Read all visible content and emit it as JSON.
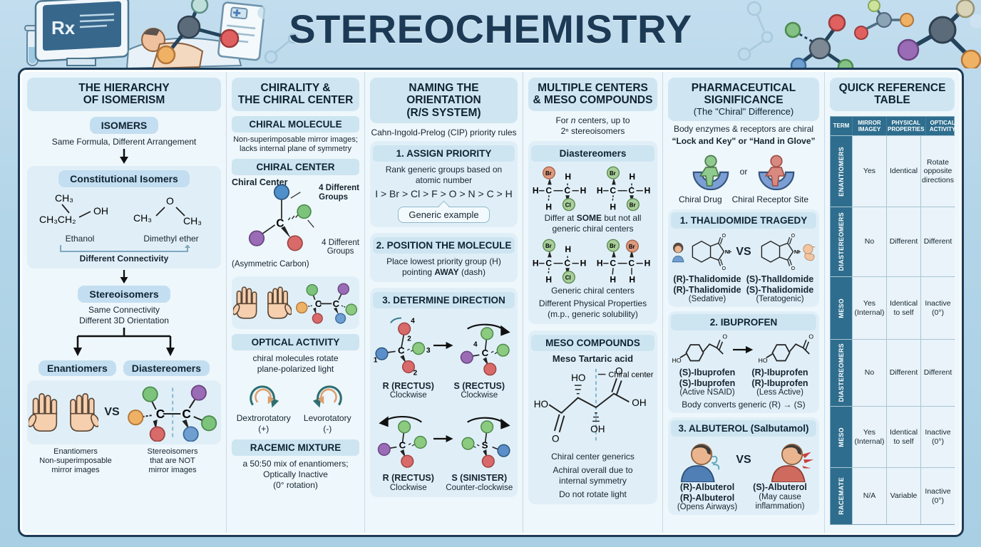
{
  "title": "STEREOCHEMISTRY",
  "header": {
    "rx": "Rx"
  },
  "colors": {
    "page_bg": "#b3d5e8",
    "panel_bg": "#eef7fb",
    "panel_border": "#1d3b55",
    "section_bg": "#cfe6f2",
    "box_bg": "#e0eff7",
    "table_dark": "#2e6d8d",
    "atom_blue": "#4f8fca",
    "atom_purple": "#9a6cb5",
    "atom_green": "#7cc47c",
    "atom_red": "#d96a6a",
    "atom_orange": "#eda75b",
    "teal_arrow": "#2e6e72",
    "orange_arrow": "#dd9e6b",
    "skin": "#f6cfae"
  },
  "hierarchy": {
    "title": "THE HIERARCHY\nOF ISOMERISM",
    "isomers": "ISOMERS",
    "isomers_desc": "Same Formula, Different Arrangement",
    "constitutional": "Constitutional Isomers",
    "c_label": "C",
    "ethanol": {
      "top": "CH₃",
      "left": "CH₃CH₂",
      "right": "OH",
      "name": "Ethanol"
    },
    "ether": {
      "left": "CH₃",
      "o": "O",
      "right": "CH₃",
      "name": "Dimethyl ether"
    },
    "different_connectivity": "Different Connectivity",
    "stereoisomers": "Stereoisomers",
    "stereo_desc": "Same Connectivity\nDifferent 3D Orientation",
    "enantiomers": "Enantiomers",
    "diastereomers": "Diastereomers",
    "vs": "VS",
    "enantiomers_desc": "Enantiomers\nNon-superimposable\nmirror images",
    "diastereomers_desc": "Stereoisomers\nthat are NOT\nmirror images"
  },
  "chirality": {
    "title": "CHIRALITY &\nTHE CHIRAL CENTER",
    "chiral_molecule": "CHIRAL MOLECULE",
    "chiral_molecule_desc": "Non-superimposable mirror images;\nlacks internal plane of symmetry",
    "chiral_center": "CHIRAL CENTER",
    "c_label": "C",
    "four_groups": "4 Different\nGroups",
    "center_label": "Chiral Center",
    "center_sub": "(Asymmetric Carbon)",
    "optical": "OPTICAL ACTIVITY",
    "optical_desc": "chiral molecules rotate\nplane-polarized light",
    "dextro": "Dextrorotatory",
    "dextro_sign": "(+)",
    "levo": "Levorotatory",
    "levo_sign": "(-)",
    "racemic": "RACEMIC MIXTURE",
    "racemic_desc": "a 50:50 mix of enantiomers;\nOptically Inactive\n(0° rotation)"
  },
  "naming": {
    "title": "NAMING THE ORIENTATION\n(R/S SYSTEM)",
    "subtitle": "Cahn-Ingold-Prelog (CIP) priority rules",
    "c_label": "C",
    "s_label": "S",
    "numbers": {
      "n1": "1",
      "n2": "2",
      "n3": "3",
      "n4": "4"
    },
    "step1": {
      "title": "1. ASSIGN PRIORITY",
      "desc": "Rank generic groups based on\natomic number",
      "priority": "I > Br > Cl > F > O > N > C > H",
      "bubble": "Generic example"
    },
    "step2": {
      "title": "2. POSITION THE MOLECULE",
      "d1": "Place lowest priority group (H)",
      "d2": "pointing ",
      "away": "AWAY",
      "d3": " (dash)"
    },
    "step3": {
      "title": "3. DETERMINE DIRECTION",
      "pair1": {
        "left_label": "R (RECTUS)",
        "left_sub": "Clockwise",
        "right_label": "S (RECTUS)",
        "right_sub": "Clockwise"
      },
      "pair2": {
        "left_label": "R (RECTUS)",
        "left_sub": "Clockwise",
        "right_label": "S (SINISTER)",
        "right_sub": "Counter-clockwise"
      }
    }
  },
  "multiple": {
    "title": "MULTIPLE CENTERS\n& MESO COMPOUNDS",
    "intro_1": "For ",
    "intro_n": "n",
    "intro_2": " centers, up to",
    "intro_3": "2ⁿ stereoisomers",
    "diastereomers": "Diastereomers",
    "atoms": {
      "h": "H",
      "c": "C",
      "br": "Br",
      "cl": "Cl"
    },
    "differ_1": "Differ at ",
    "differ_bold": "SOME",
    "differ_2": " but not all",
    "differ_3": "generic chiral centers",
    "generic_centers": "Generic chiral centers",
    "physical": "Different Physical Properties\n(m.p., generic solubility)",
    "meso": {
      "title": "MESO COMPOUNDS",
      "subtitle": "Meso Tartaric acid",
      "chiral_center": "Chiral center",
      "ho": "HO",
      "oh": "OH",
      "o": "O",
      "caption": "Chiral center generics",
      "achiral": "Achiral overall due to\ninternal symmetry",
      "no_rotate": "Do not rotate light"
    }
  },
  "pharma": {
    "title": "PHARMACEUTICAL\nSIGNIFICANCE",
    "subtitle": "(The \"Chiral\" Difference)",
    "enzymes": "Body enzymes & receptors are chiral",
    "lock_key": "“Lock and Key\" or “Hand in Glove”",
    "or": "or",
    "chiral_drug": "Chiral Drug",
    "receptor_site": "Chiral Receptor Site",
    "thalidomide": {
      "title": "1. THALIDOMIDE TRAGEDY",
      "vs": "VS",
      "nh": "NH",
      "o": "O",
      "left1": "(R)-Thalidomide",
      "left2": "(R)-Thalidomide",
      "left3": "(Sedative)",
      "right1": "(S)-Thalldomide",
      "right2": "(S)-Thalidomide",
      "right3": "(Teratogenic)"
    },
    "ibuprofen": {
      "title": "2. IBUPROFEN",
      "ho": "HO",
      "o": "O",
      "left1": "(S)-Ibuprofen",
      "left2": "(S)-Ibuprofen",
      "left3": "(Active NSAID)",
      "right1": "(R)-Ibuprofen",
      "right2": "(R)-Ibuprofen",
      "right3": "(Less Active)",
      "converts": "Body converts generic (R) → (S)"
    },
    "albuterol": {
      "title": "3. ALBUTEROL (Salbutamol)",
      "vs": "VS",
      "left1": "(R)-Albuterol",
      "left2": "(R)-Albuterol",
      "left3": "(Opens Airways)",
      "right1": "(S)-Albuterol",
      "right2": "(May cause",
      "right3": "inflammation)"
    }
  },
  "reference": {
    "title": "QUICK REFERENCE\nTABLE",
    "headers": {
      "term": "TERM",
      "mirror": "MIRROR\nIMAGEY",
      "physical": "PHYSICAL\nPROPERTIES",
      "optical": "OPTICAL\nACTIVITY"
    },
    "rows": [
      {
        "term": "ENANTIOMERS",
        "mirror": "Yes",
        "physical": "Identical",
        "optical": "Rotate\nopposite\ndirections"
      },
      {
        "term": "DIASTEREOMERS",
        "mirror": "No",
        "physical": "Different",
        "optical": "Different"
      },
      {
        "term": "MESO",
        "mirror": "Yes\n(Internal)",
        "physical": "Identical\nto self",
        "optical": "Inactive\n(0°)"
      },
      {
        "term": "DIASTEREOMERS",
        "mirror": "No",
        "physical": "Different",
        "optical": "Different"
      },
      {
        "term": "MESO",
        "mirror": "Yes\n(Internal)",
        "physical": "Identical\nto self",
        "optical": "Inactive\n(0°)"
      },
      {
        "term": "RACEMATE",
        "mirror": "N/A",
        "physical": "Variable",
        "optical": "Inactive\n(0°)"
      }
    ]
  }
}
